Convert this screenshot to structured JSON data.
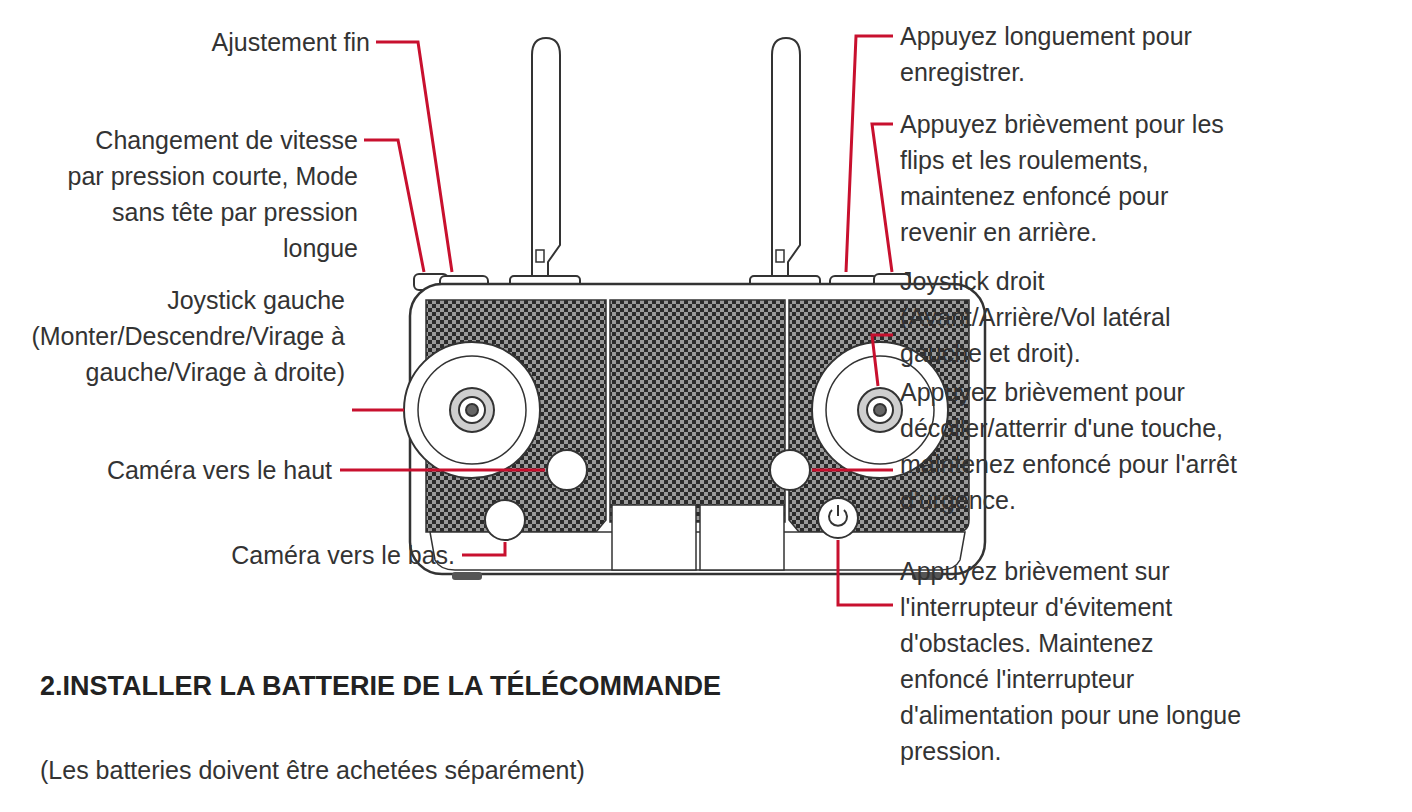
{
  "diagram": {
    "labels": [
      "Ajustement fin",
      "Changement de vitesse par pression courte, Mode sans tête par pression longue",
      "Joystick gauche (Monter/Descendre/Virage à gauche/Virage à droite)",
      "Caméra vers le haut",
      "Caméra vers le bas.",
      "Appuyez longuement pour enregistrer.",
      "Appuyez brièvement pour les flips et les roulements, maintenez enfoncé pour revenir en arrière.",
      "Joystick droit (Avant/Arrière/Vol latéral gauche et droit).",
      "Appuyez brièvement pour décoller/atterrir d'une touche, maintenez enfoncé pour l'arrêt d'urgence.",
      "Appuyez brièvement sur l'interrupteur d'évitement d'obstacles. Maintenez enfoncé l'interrupteur d'alimentation pour une longue pression.",
      "2.INSTALLER LA BATTERIE DE LA TÉLÉCOMMANDE",
      "(Les batteries doivent être achetées séparément)"
    ]
  }
}
